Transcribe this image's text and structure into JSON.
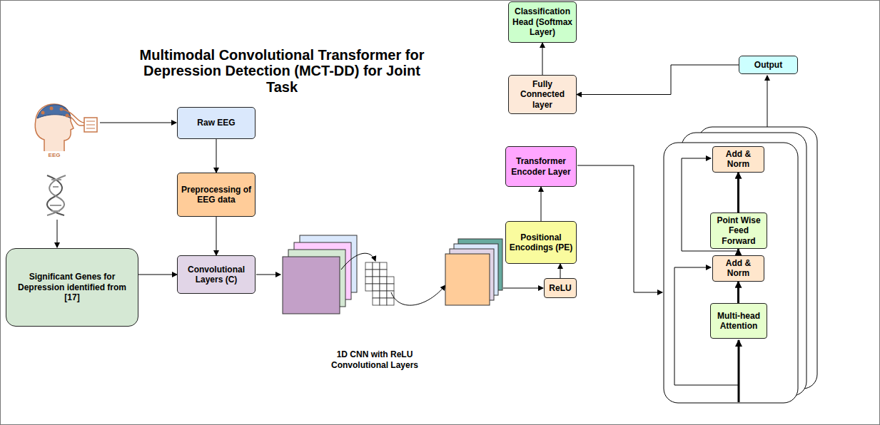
{
  "diagram": {
    "title": "Multimodal Convolutional Transformer for Depression Detection (MCT-DD) for Joint Task",
    "nodes": [
      {
        "text": [
          "Raw EEG"
        ]
      },
      {
        "text": [
          "Preprocessing of EEG data"
        ]
      },
      {
        "text": [
          "Significant Genes for Depression identified from [17]"
        ]
      },
      {
        "text": [
          "Convolutional Layers (C)"
        ]
      },
      {
        "text": [
          "ReLU"
        ]
      },
      {
        "text": [
          "Positional Encodings (PE)"
        ]
      },
      {
        "text": [
          "Transformer Encoder Layer"
        ]
      },
      {
        "text": [
          "Fully Connected layer"
        ]
      },
      {
        "text": [
          "Classification Head (Softmax Layer)"
        ]
      },
      {
        "text": [
          "Output"
        ]
      },
      {
        "text": [
          "Add & Norm"
        ]
      },
      {
        "text": [
          "Point Wise Feed Forward"
        ]
      },
      {
        "text": [
          "Add & Norm"
        ]
      },
      {
        "text": [
          "Multi-head Attention"
        ]
      }
    ],
    "edges": [
      {
        "from": 0,
        "to": 1,
        "arrow": "to"
      },
      {
        "from": 1,
        "to": 3,
        "arrow": "to"
      },
      {
        "from": 2,
        "to": 3,
        "arrow": "to"
      },
      {
        "from": 4,
        "to": 5,
        "arrow": "to"
      },
      {
        "from": 5,
        "to": 6,
        "arrow": "to"
      },
      {
        "from": 13,
        "to": 12,
        "arrow": "to"
      },
      {
        "from": 12,
        "to": 11,
        "arrow": "to"
      },
      {
        "from": 11,
        "to": 10,
        "arrow": "to"
      },
      {
        "from": 9,
        "to": 7,
        "arrow": "to"
      },
      {
        "from": 7,
        "to": 8,
        "arrow": "to"
      }
    ],
    "labels": [
      "EEG",
      "1D CNN with ReLU Convolutional Layers"
    ]
  }
}
